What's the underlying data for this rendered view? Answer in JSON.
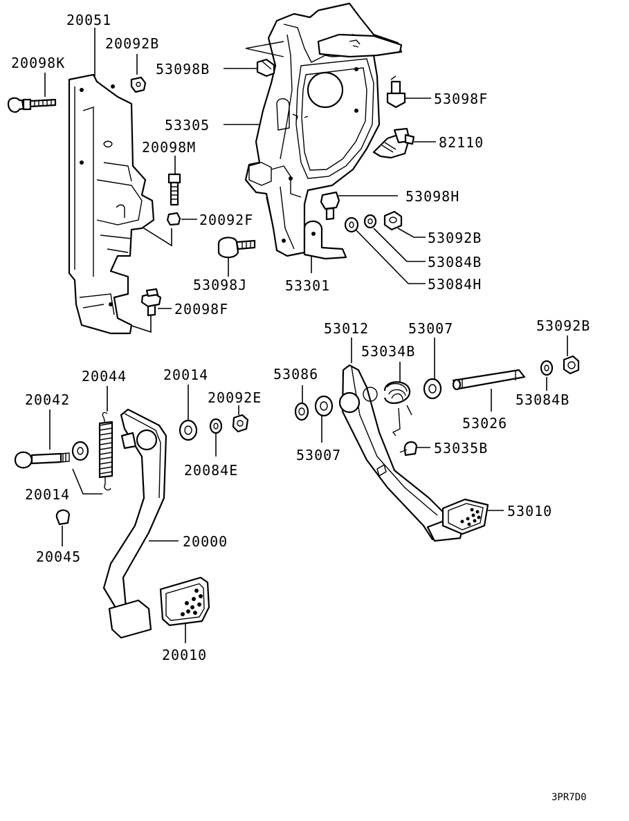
{
  "diagram": {
    "code": "3PR7D0",
    "parts": [
      {
        "id": "p20051",
        "label": "20051"
      },
      {
        "id": "p20092B",
        "label": "20092B"
      },
      {
        "id": "p20098K",
        "label": "20098K"
      },
      {
        "id": "p20098M",
        "label": "20098M"
      },
      {
        "id": "p20092F",
        "label": "20092F"
      },
      {
        "id": "p20098F",
        "label": "20098F"
      },
      {
        "id": "p53098B",
        "label": "53098B"
      },
      {
        "id": "p53305",
        "label": "53305"
      },
      {
        "id": "p53098F",
        "label": "53098F"
      },
      {
        "id": "p82110",
        "label": "82110"
      },
      {
        "id": "p53098H",
        "label": "53098H"
      },
      {
        "id": "p53092B_top",
        "label": "53092B"
      },
      {
        "id": "p53084B_top",
        "label": "53084B"
      },
      {
        "id": "p53084H",
        "label": "53084H"
      },
      {
        "id": "p53098J",
        "label": "53098J"
      },
      {
        "id": "p53301",
        "label": "53301"
      },
      {
        "id": "p53012",
        "label": "53012"
      },
      {
        "id": "p53007_top",
        "label": "53007"
      },
      {
        "id": "p53092B_right",
        "label": "53092B"
      },
      {
        "id": "p53034B",
        "label": "53034B"
      },
      {
        "id": "p53086",
        "label": "53086"
      },
      {
        "id": "p53084B_right",
        "label": "53084B"
      },
      {
        "id": "p53026",
        "label": "53026"
      },
      {
        "id": "p53007_bottom",
        "label": "53007"
      },
      {
        "id": "p53035B",
        "label": "53035B"
      },
      {
        "id": "p53010",
        "label": "53010"
      },
      {
        "id": "p20044",
        "label": "20044"
      },
      {
        "id": "p20014_top",
        "label": "20014"
      },
      {
        "id": "p20042",
        "label": "20042"
      },
      {
        "id": "p20092E",
        "label": "20092E"
      },
      {
        "id": "p20084E",
        "label": "20084E"
      },
      {
        "id": "p20014_bottom",
        "label": "20014"
      },
      {
        "id": "p20045",
        "label": "20045"
      },
      {
        "id": "p20000",
        "label": "20000"
      },
      {
        "id": "p20010",
        "label": "20010"
      }
    ]
  }
}
